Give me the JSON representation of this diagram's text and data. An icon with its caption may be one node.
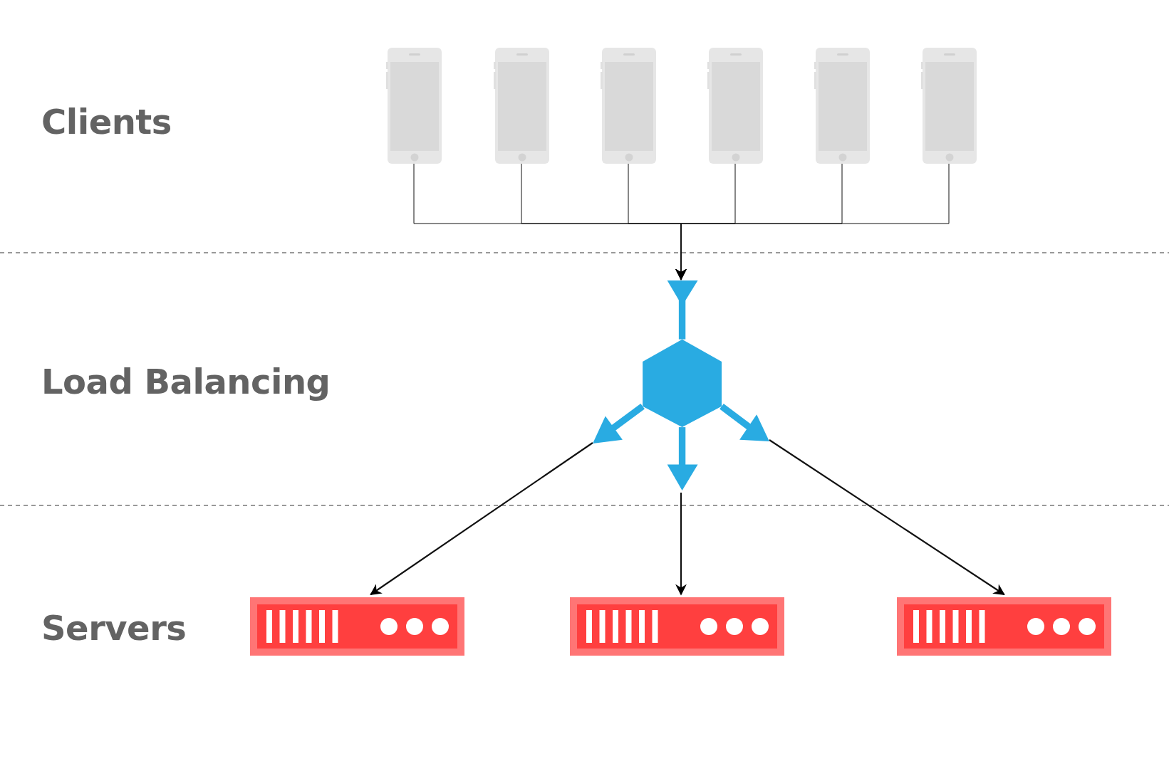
{
  "diagram": {
    "nodes": [
      {
        "text": [],
        "shape": "picture"
      },
      {
        "text": [],
        "shape": "picture"
      },
      {
        "text": [],
        "shape": "picture"
      },
      {
        "text": [],
        "shape": "picture"
      },
      {
        "text": [],
        "shape": "picture"
      },
      {
        "text": [],
        "shape": "picture"
      },
      {
        "text": [],
        "shape": "picture"
      },
      {
        "text": [],
        "shape": "picture"
      },
      {
        "text": [],
        "shape": "picture"
      },
      {
        "text": [],
        "shape": "picture"
      }
    ],
    "edges": [
      {
        "from": 0,
        "to": 6,
        "arrow": "to"
      },
      {
        "from": 1,
        "to": 6,
        "arrow": "to"
      },
      {
        "from": 2,
        "to": 6,
        "arrow": "to"
      },
      {
        "from": 3,
        "to": 6,
        "arrow": "to"
      },
      {
        "from": 4,
        "to": 6,
        "arrow": "to"
      },
      {
        "from": 5,
        "to": 6,
        "arrow": "to"
      },
      {
        "from": 6,
        "to": 7,
        "arrow": "to"
      },
      {
        "from": 6,
        "to": 8,
        "arrow": "to"
      },
      {
        "from": 6,
        "to": 9,
        "arrow": "to"
      }
    ],
    "labels": [
      "Clients",
      "Load Balancing",
      "Servers"
    ]
  }
}
